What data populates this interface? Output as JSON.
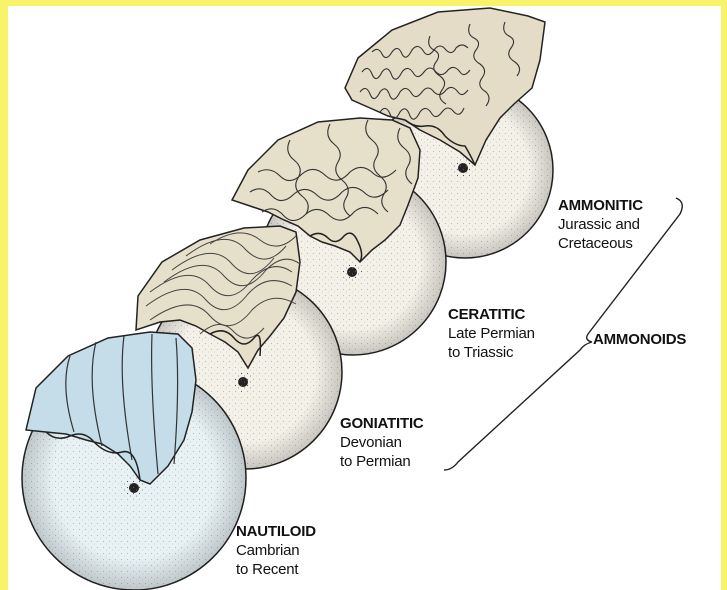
{
  "labels": {
    "ammonitic": {
      "name": "AMMONITIC",
      "line1": "Jurassic and",
      "line2": "Cretaceous"
    },
    "ceratitic": {
      "name": "CERATITIC",
      "line1": "Late Permian",
      "line2": "to Triassic"
    },
    "goniatitic": {
      "name": "GONIATITIC",
      "line1": "Devonian",
      "line2": "to Permian"
    },
    "nautiloid": {
      "name": "NAUTILOID",
      "line1": "Cambrian",
      "line2": "to Recent"
    },
    "group": "AMMONOIDS"
  },
  "colors": {
    "background": "#f9f36a",
    "shell": "#e9e3d4",
    "nautiloid_shell": "#c4dde9",
    "outline": "#222222"
  }
}
